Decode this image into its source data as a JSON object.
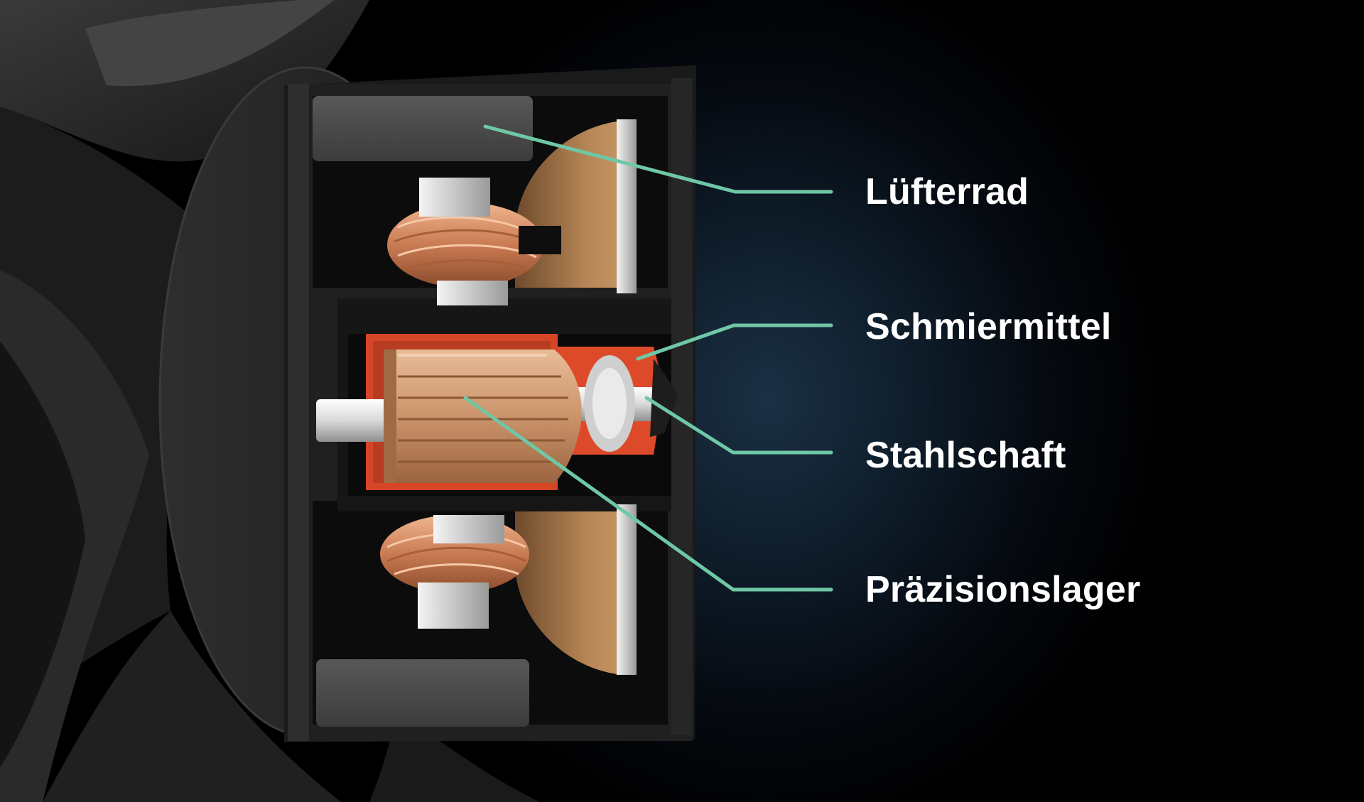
{
  "colors": {
    "background": "#000000",
    "callout_line": "#6fc8a5",
    "label_text": "#ffffff",
    "housing": "#222222",
    "copper": "#c98f66",
    "lubricant": "#dd4a2a",
    "steel": "#e8e8e8"
  },
  "labels": [
    {
      "id": "impeller",
      "text": "Lüfterrad"
    },
    {
      "id": "lubricant",
      "text": "Schmiermittel"
    },
    {
      "id": "shaft",
      "text": "Stahlschaft"
    },
    {
      "id": "bearing",
      "text": "Präzisionslager"
    }
  ]
}
